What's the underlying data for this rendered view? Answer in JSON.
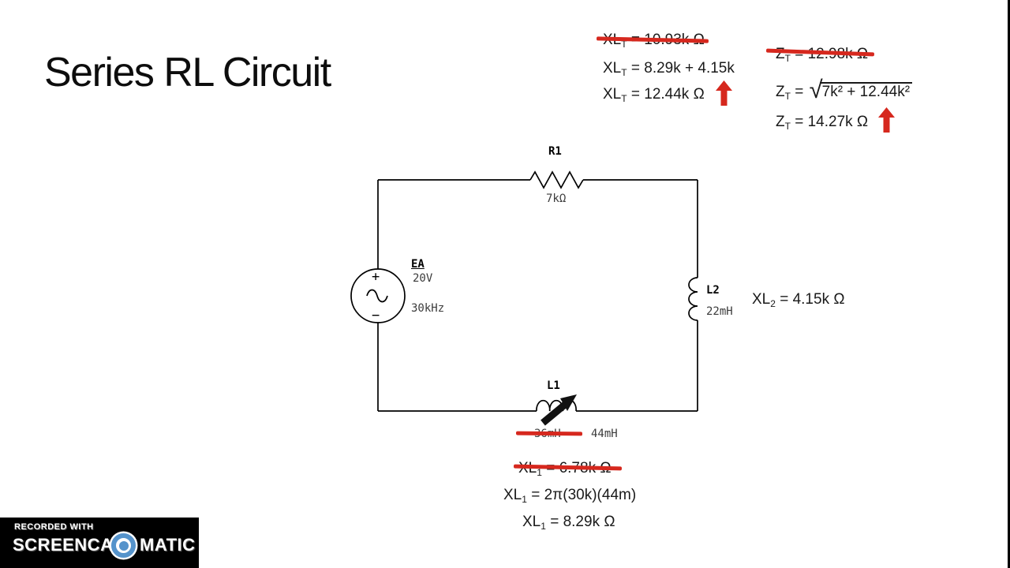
{
  "title": "Series RL Circuit",
  "colors": {
    "annotation_red": "#d6281e",
    "wire_black": "#000000",
    "value_gray": "#3b3b3b",
    "logo_blue": "#5593cb"
  },
  "equations": {
    "xlt": [
      {
        "pre": "XL",
        "sub": "T",
        "post": " = 10.93k Ω",
        "crossed_out": true
      },
      {
        "pre": "XL",
        "sub": "T",
        "post": " = 8.29k + 4.15k",
        "crossed_out": false
      },
      {
        "pre": "XL",
        "sub": "T",
        "post": " = 12.44k Ω",
        "crossed_out": false,
        "emphasis_arrow": true
      }
    ],
    "zt_crossed": {
      "pre": "Z",
      "sub": "T",
      "post": " = 12.98k Ω",
      "crossed_out": true
    },
    "zt_sqrt": {
      "pre": "Z",
      "sub": "T",
      "eq": " = ",
      "radicand": "7k² + 12.44k²"
    },
    "zt_result": {
      "pre": "Z",
      "sub": "T",
      "post": " = 14.27k Ω",
      "emphasis_arrow": true
    },
    "xl2": {
      "pre": "XL",
      "sub": "2",
      "post": " = 4.15k Ω"
    },
    "xl1": [
      {
        "pre": "XL",
        "sub": "1",
        "post": " = 6.78k Ω",
        "crossed_out": true
      },
      {
        "pre": "XL",
        "sub": "1",
        "post": " = 2π(30k)(44m)",
        "crossed_out": false
      },
      {
        "pre": "XL",
        "sub": "1",
        "post": " = 8.29k Ω",
        "crossed_out": false
      }
    ]
  },
  "circuit": {
    "resistor": {
      "name": "R1",
      "value": "7kΩ"
    },
    "source": {
      "name": "EA",
      "voltage": "20V",
      "frequency": "30kHz",
      "plus": "+",
      "minus": "−"
    },
    "inductor2": {
      "name": "L2",
      "value": "22mH"
    },
    "inductor1": {
      "name": "L1",
      "old_value": "36mH",
      "new_value": "44mH"
    }
  },
  "watermark": {
    "recorded_with": "RECORDED WITH",
    "brand_left": "SCREENCAST",
    "brand_right": "MATIC"
  }
}
